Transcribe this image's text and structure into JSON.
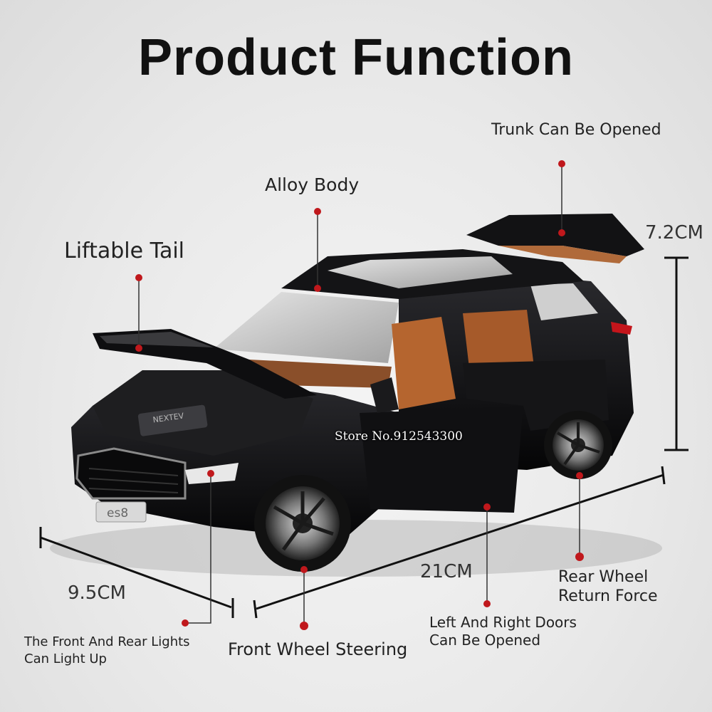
{
  "title": "Product Function",
  "watermark": "Store No.912543300",
  "car_badge": "es8",
  "engine_label": "NEXTEV",
  "colors": {
    "body": "#0d0d0f",
    "interior": "#b5652f",
    "dot": "#c0181c",
    "background": "#e9e9e9"
  },
  "callouts": {
    "trunk": "Trunk Can Be Opened",
    "alloy": "Alloy Body",
    "tail": "Liftable Tail",
    "lights_line1": "The Front And Rear Lights",
    "lights_line2": "Can Light Up",
    "front_wheel": "Front Wheel Steering",
    "doors_line1": "Left And Right Doors",
    "doors_line2": "Can Be Opened",
    "rear_wheel_line1": "Rear Wheel",
    "rear_wheel_line2": "Return Force"
  },
  "dimensions": {
    "height": "7.2CM",
    "length": "21CM",
    "width": "9.5CM"
  }
}
